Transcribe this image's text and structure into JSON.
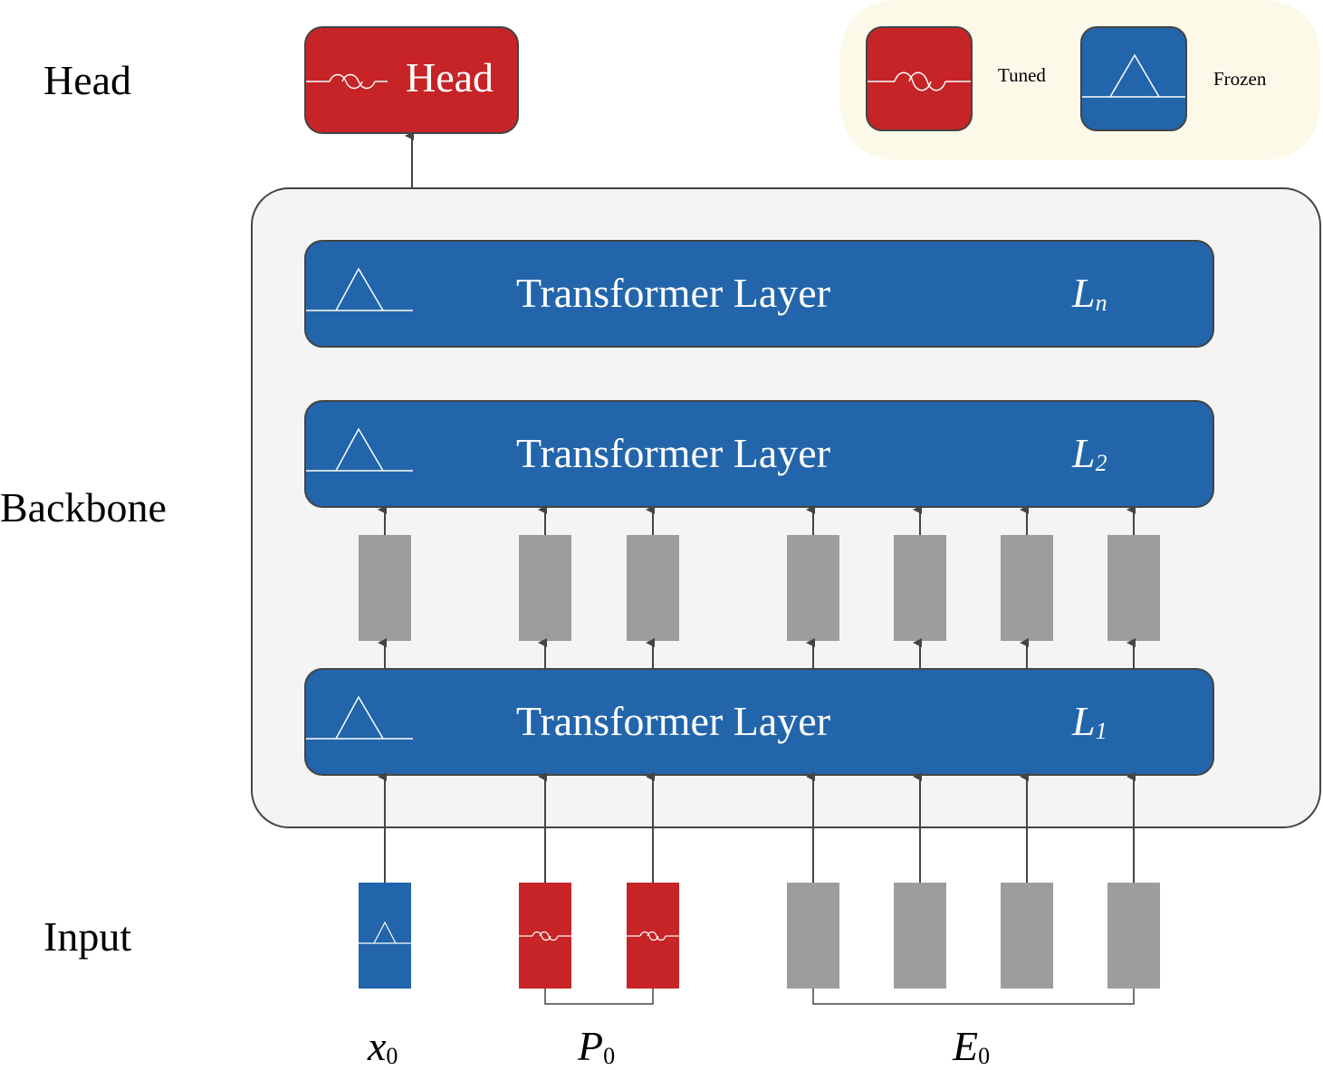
{
  "side_labels": {
    "head": "Head",
    "backbone": "Backbone",
    "input": "Input"
  },
  "head_block": {
    "label": "Head",
    "color": "#c62426"
  },
  "legend": {
    "tuned": "Tuned",
    "frozen": "Frozen",
    "tuned_color": "#c62426",
    "frozen_color": "#2265ab",
    "background": "#fcf9e9"
  },
  "layers": {
    "top": {
      "title": "Transformer Layer",
      "index_var": "L",
      "index_sub": "n"
    },
    "middle": {
      "title": "Transformer Layer",
      "index_var": "L",
      "index_sub": "2"
    },
    "bottom": {
      "title": "Transformer Layer",
      "index_var": "L",
      "index_sub": "1"
    }
  },
  "inputs": {
    "x": {
      "var": "x",
      "sub": "0"
    },
    "p": {
      "var": "P",
      "sub": "0"
    },
    "e": {
      "var": "E",
      "sub": "0"
    }
  },
  "icons": {
    "tuned_icon": "flame-icon",
    "frozen_icon": "snowflake-icon"
  },
  "colors": {
    "token_gray": "#9d9d9d",
    "layer_blue": "#2265ab",
    "tuned_red": "#c62426",
    "arrow": "#444444"
  }
}
